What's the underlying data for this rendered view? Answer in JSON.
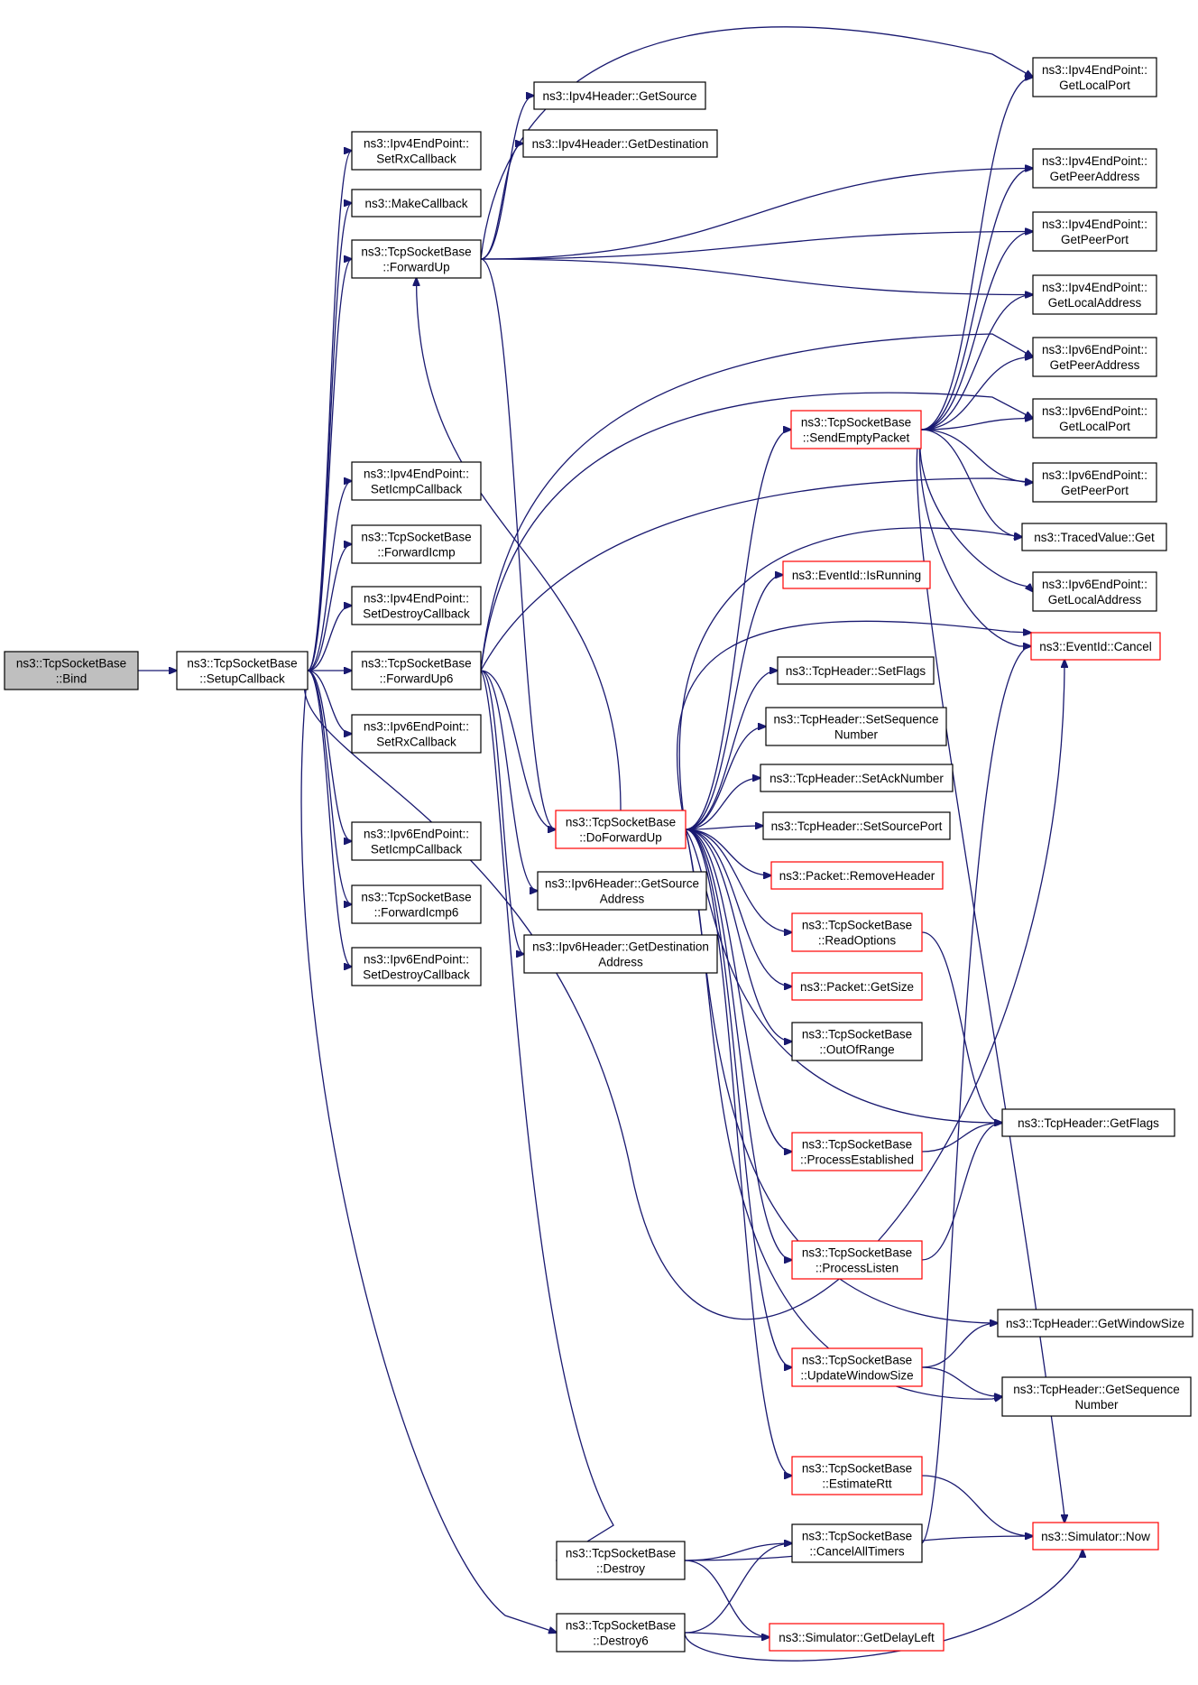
{
  "graph": {
    "nodes": {
      "bind": {
        "lines": [
          "ns3::TcpSocketBase",
          "::Bind"
        ],
        "style": "root"
      },
      "setup": {
        "lines": [
          "ns3::TcpSocketBase",
          "::SetupCallback"
        ],
        "style": "normal"
      },
      "ipv4_setrx": {
        "lines": [
          "ns3::Ipv4EndPoint::",
          "SetRxCallback"
        ],
        "style": "normal"
      },
      "makecb": {
        "lines": [
          "ns3::MakeCallback"
        ],
        "style": "normal"
      },
      "fwdup": {
        "lines": [
          "ns3::TcpSocketBase",
          "::ForwardUp"
        ],
        "style": "normal"
      },
      "ipv4_seticmp": {
        "lines": [
          "ns3::Ipv4EndPoint::",
          "SetIcmpCallback"
        ],
        "style": "normal"
      },
      "fwdicmp": {
        "lines": [
          "ns3::TcpSocketBase",
          "::ForwardIcmp"
        ],
        "style": "normal"
      },
      "ipv4_setdestroy": {
        "lines": [
          "ns3::Ipv4EndPoint::",
          "SetDestroyCallback"
        ],
        "style": "normal"
      },
      "fwdup6": {
        "lines": [
          "ns3::TcpSocketBase",
          "::ForwardUp6"
        ],
        "style": "normal"
      },
      "ipv6_setrx": {
        "lines": [
          "ns3::Ipv6EndPoint::",
          "SetRxCallback"
        ],
        "style": "normal"
      },
      "ipv6_seticmp": {
        "lines": [
          "ns3::Ipv6EndPoint::",
          "SetIcmpCallback"
        ],
        "style": "normal"
      },
      "fwdicmp6": {
        "lines": [
          "ns3::TcpSocketBase",
          "::ForwardIcmp6"
        ],
        "style": "normal"
      },
      "ipv6_setdestroy": {
        "lines": [
          "ns3::Ipv6EndPoint::",
          "SetDestroyCallback"
        ],
        "style": "normal"
      },
      "ipv4h_getsrc": {
        "lines": [
          "ns3::Ipv4Header::GetSource"
        ],
        "style": "normal"
      },
      "ipv4h_getdst": {
        "lines": [
          "ns3::Ipv4Header::GetDestination"
        ],
        "style": "normal"
      },
      "ipv6h_getsrc": {
        "lines": [
          "ns3::Ipv6Header::GetSource",
          "Address"
        ],
        "style": "normal"
      },
      "ipv6h_getdst": {
        "lines": [
          "ns3::Ipv6Header::GetDestination",
          "Address"
        ],
        "style": "normal"
      },
      "dofwdup": {
        "lines": [
          "ns3::TcpSocketBase",
          "::DoForwardUp"
        ],
        "style": "red"
      },
      "destroy": {
        "lines": [
          "ns3::TcpSocketBase",
          "::Destroy"
        ],
        "style": "normal"
      },
      "destroy6": {
        "lines": [
          "ns3::TcpSocketBase",
          "::Destroy6"
        ],
        "style": "normal"
      },
      "sendempty": {
        "lines": [
          "ns3::TcpSocketBase",
          "::SendEmptyPacket"
        ],
        "style": "red"
      },
      "isrunning": {
        "lines": [
          "ns3::EventId::IsRunning"
        ],
        "style": "red"
      },
      "setflags": {
        "lines": [
          "ns3::TcpHeader::SetFlags"
        ],
        "style": "normal"
      },
      "setseq": {
        "lines": [
          "ns3::TcpHeader::SetSequence",
          "Number"
        ],
        "style": "normal"
      },
      "setack": {
        "lines": [
          "ns3::TcpHeader::SetAckNumber"
        ],
        "style": "normal"
      },
      "setsrcport": {
        "lines": [
          "ns3::TcpHeader::SetSourcePort"
        ],
        "style": "normal"
      },
      "removehdr": {
        "lines": [
          "ns3::Packet::RemoveHeader"
        ],
        "style": "red"
      },
      "readopts": {
        "lines": [
          "ns3::TcpSocketBase",
          "::ReadOptions"
        ],
        "style": "red"
      },
      "getsize": {
        "lines": [
          "ns3::Packet::GetSize"
        ],
        "style": "red"
      },
      "outofrange": {
        "lines": [
          "ns3::TcpSocketBase",
          "::OutOfRange"
        ],
        "style": "normal"
      },
      "procest": {
        "lines": [
          "ns3::TcpSocketBase",
          "::ProcessEstablished"
        ],
        "style": "red"
      },
      "proclisten": {
        "lines": [
          "ns3::TcpSocketBase",
          "::ProcessListen"
        ],
        "style": "red"
      },
      "updwin": {
        "lines": [
          "ns3::TcpSocketBase",
          "::UpdateWindowSize"
        ],
        "style": "red"
      },
      "estrtt": {
        "lines": [
          "ns3::TcpSocketBase",
          "::EstimateRtt"
        ],
        "style": "red"
      },
      "canceltimers": {
        "lines": [
          "ns3::TcpSocketBase",
          "::CancelAllTimers"
        ],
        "style": "normal"
      },
      "getdelayleft": {
        "lines": [
          "ns3::Simulator::GetDelayLeft"
        ],
        "style": "red"
      },
      "ipv4_getlocalport": {
        "lines": [
          "ns3::Ipv4EndPoint::",
          "GetLocalPort"
        ],
        "style": "normal"
      },
      "ipv4_getpeeraddr": {
        "lines": [
          "ns3::Ipv4EndPoint::",
          "GetPeerAddress"
        ],
        "style": "normal"
      },
      "ipv4_getpeerport": {
        "lines": [
          "ns3::Ipv4EndPoint::",
          "GetPeerPort"
        ],
        "style": "normal"
      },
      "ipv4_getlocaladdr": {
        "lines": [
          "ns3::Ipv4EndPoint::",
          "GetLocalAddress"
        ],
        "style": "normal"
      },
      "ipv6_getpeeraddr": {
        "lines": [
          "ns3::Ipv6EndPoint::",
          "GetPeerAddress"
        ],
        "style": "normal"
      },
      "ipv6_getlocalport": {
        "lines": [
          "ns3::Ipv6EndPoint::",
          "GetLocalPort"
        ],
        "style": "normal"
      },
      "ipv6_getpeerport": {
        "lines": [
          "ns3::Ipv6EndPoint::",
          "GetPeerPort"
        ],
        "style": "normal"
      },
      "tracedget": {
        "lines": [
          "ns3::TracedValue::Get"
        ],
        "style": "normal"
      },
      "ipv6_getlocaladdr": {
        "lines": [
          "ns3::Ipv6EndPoint::",
          "GetLocalAddress"
        ],
        "style": "normal"
      },
      "cancel": {
        "lines": [
          "ns3::EventId::Cancel"
        ],
        "style": "red"
      },
      "getflags": {
        "lines": [
          "ns3::TcpHeader::GetFlags"
        ],
        "style": "normal"
      },
      "getwinsize": {
        "lines": [
          "ns3::TcpHeader::GetWindowSize"
        ],
        "style": "normal"
      },
      "getseqnum": {
        "lines": [
          "ns3::TcpHeader::GetSequence",
          "Number"
        ],
        "style": "normal"
      },
      "now": {
        "lines": [
          "ns3::Simulator::Now"
        ],
        "style": "red"
      }
    },
    "edges": [
      [
        "bind",
        "setup"
      ],
      [
        "setup",
        "ipv4_setrx"
      ],
      [
        "setup",
        "makecb"
      ],
      [
        "setup",
        "fwdup"
      ],
      [
        "setup",
        "ipv4_seticmp"
      ],
      [
        "setup",
        "fwdicmp"
      ],
      [
        "setup",
        "ipv4_setdestroy"
      ],
      [
        "setup",
        "fwdup6"
      ],
      [
        "setup",
        "ipv6_setrx"
      ],
      [
        "setup",
        "ipv6_seticmp"
      ],
      [
        "setup",
        "fwdicmp6"
      ],
      [
        "setup",
        "ipv6_setdestroy"
      ],
      [
        "setup",
        "cancel"
      ],
      [
        "setup",
        "destroy6"
      ],
      [
        "fwdup",
        "ipv4h_getsrc"
      ],
      [
        "fwdup",
        "ipv4h_getdst"
      ],
      [
        "fwdup",
        "ipv4_getlocalport"
      ],
      [
        "fwdup",
        "ipv4_getpeeraddr"
      ],
      [
        "fwdup",
        "ipv4_getpeerport"
      ],
      [
        "fwdup",
        "ipv4_getlocaladdr"
      ],
      [
        "fwdup",
        "dofwdup"
      ],
      [
        "fwdup6",
        "ipv6_getpeeraddr"
      ],
      [
        "fwdup6",
        "ipv6_getlocalport"
      ],
      [
        "fwdup6",
        "ipv6_getpeerport"
      ],
      [
        "fwdup6",
        "ipv6h_getsrc"
      ],
      [
        "fwdup6",
        "ipv6h_getdst"
      ],
      [
        "fwdup6",
        "dofwdup"
      ],
      [
        "fwdup6",
        "destroy"
      ],
      [
        "dofwdup",
        "fwdup"
      ],
      [
        "dofwdup",
        "sendempty"
      ],
      [
        "dofwdup",
        "isrunning"
      ],
      [
        "dofwdup",
        "cancel"
      ],
      [
        "dofwdup",
        "tracedget"
      ],
      [
        "dofwdup",
        "setflags"
      ],
      [
        "dofwdup",
        "setseq"
      ],
      [
        "dofwdup",
        "setack"
      ],
      [
        "dofwdup",
        "setsrcport"
      ],
      [
        "dofwdup",
        "removehdr"
      ],
      [
        "dofwdup",
        "readopts"
      ],
      [
        "dofwdup",
        "getsize"
      ],
      [
        "dofwdup",
        "outofrange"
      ],
      [
        "dofwdup",
        "getflags"
      ],
      [
        "dofwdup",
        "procest"
      ],
      [
        "dofwdup",
        "proclisten"
      ],
      [
        "dofwdup",
        "getwinsize"
      ],
      [
        "dofwdup",
        "updwin"
      ],
      [
        "dofwdup",
        "getseqnum"
      ],
      [
        "dofwdup",
        "estrtt"
      ],
      [
        "sendempty",
        "ipv4_getlocalport"
      ],
      [
        "sendempty",
        "ipv4_getpeeraddr"
      ],
      [
        "sendempty",
        "ipv4_getpeerport"
      ],
      [
        "sendempty",
        "ipv4_getlocaladdr"
      ],
      [
        "sendempty",
        "ipv6_getpeeraddr"
      ],
      [
        "sendempty",
        "ipv6_getlocalport"
      ],
      [
        "sendempty",
        "ipv6_getpeerport"
      ],
      [
        "sendempty",
        "tracedget"
      ],
      [
        "sendempty",
        "ipv6_getlocaladdr"
      ],
      [
        "sendempty",
        "cancel"
      ],
      [
        "sendempty",
        "now"
      ],
      [
        "readopts",
        "getflags"
      ],
      [
        "procest",
        "getflags"
      ],
      [
        "proclisten",
        "getflags"
      ],
      [
        "updwin",
        "getwinsize"
      ],
      [
        "updwin",
        "getseqnum"
      ],
      [
        "estrtt",
        "now"
      ],
      [
        "canceltimers",
        "cancel"
      ],
      [
        "destroy",
        "canceltimers"
      ],
      [
        "destroy",
        "now"
      ],
      [
        "destroy",
        "getdelayleft"
      ],
      [
        "destroy6",
        "canceltimers"
      ],
      [
        "destroy6",
        "getdelayleft"
      ],
      [
        "destroy6",
        "now"
      ]
    ]
  },
  "colors": {
    "edge": "#191970",
    "node_border": "#000000",
    "node_border_red": "#ff0000",
    "root_fill": "#bfbfbf"
  }
}
